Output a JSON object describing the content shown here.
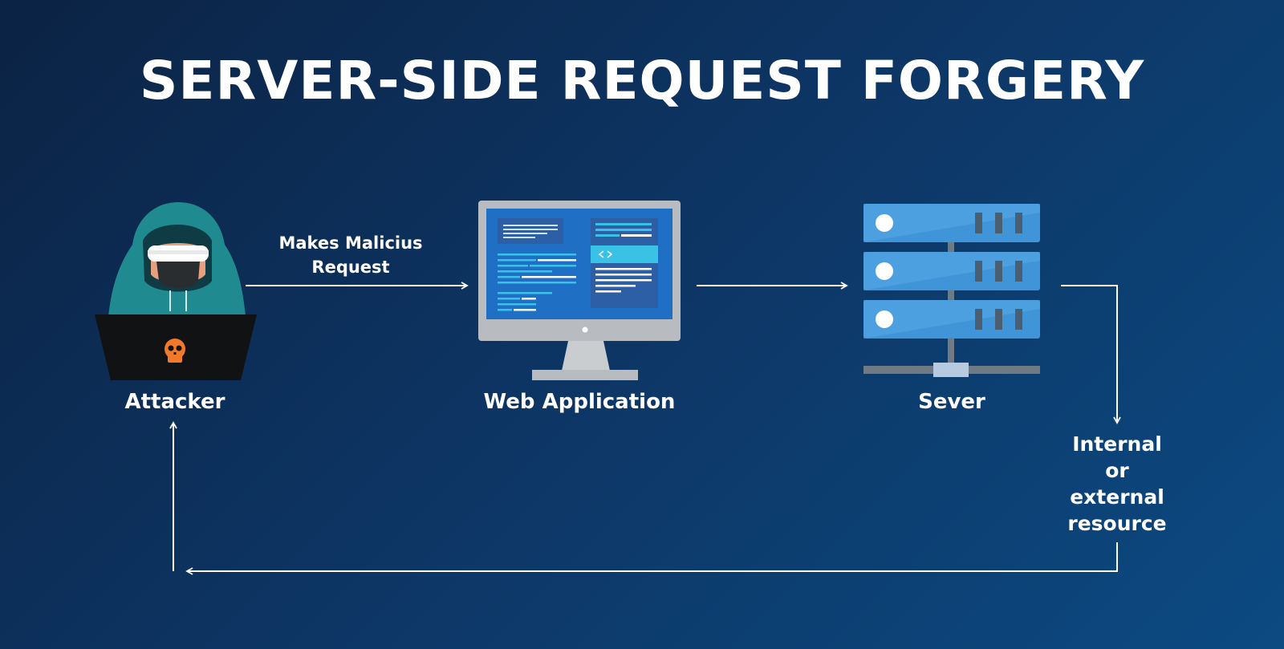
{
  "title": "SERVER-SIDE REQUEST FORGERY",
  "nodes": {
    "attacker": {
      "label": "Attacker",
      "icon": "hooded-hacker-laptop-icon"
    },
    "web_app": {
      "label": "Web Application",
      "icon": "monitor-code-icon"
    },
    "server": {
      "label": "Sever",
      "icon": "server-rack-icon"
    },
    "resource": {
      "label_lines": [
        "Internal",
        "or",
        "external",
        "resource"
      ]
    }
  },
  "edges": {
    "attacker_to_webapp": {
      "label_lines": [
        "Makes Malicius",
        "Request"
      ]
    }
  },
  "colors": {
    "background": "#0d3462",
    "arrow": "#ffffff",
    "hood": "#1f8a8f",
    "laptop": "#101214",
    "skull": "#f07a2a",
    "monitor_frame": "#b8bcc0",
    "screen": "#1f6fc4",
    "server_unit": "#3f95d8"
  }
}
